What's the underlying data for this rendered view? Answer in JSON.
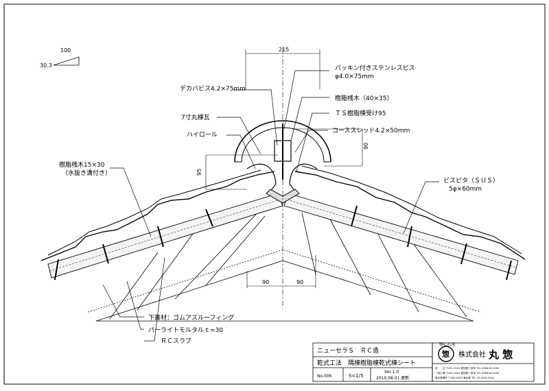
{
  "slope": {
    "run": "100",
    "rise": "30.3"
  },
  "dimensions": {
    "top_width": "215",
    "ridge_height_left": "95",
    "ridge_height_right": "90",
    "bottom_left": "90",
    "bottom_right": "90"
  },
  "labels": {
    "packing_screw_line1": "パッキン付きステンレスビス",
    "packing_screw_line2": "φ4.0×75mm",
    "resin_batten": "樹脂桟木（40×35）",
    "ts_resin_holder": "ＴＳ樹脂棟受け95",
    "coarse_thread": "コーススレッド4.2×50mm",
    "dekaba_screw": "デカバビス4.2×75mm",
    "seven_sun_tile": "7寸丸棟瓦",
    "high_roll": "ハイロール",
    "resin_batten_small_line1": "樹脂桟木15×30",
    "resin_batten_small_line2": "（水抜き溝付き）",
    "bispita_line1": "ビスピタ（ＳＵＳ）",
    "bispita_line2": "5φ×60mm",
    "underlay": "下葺材：ゴムアスルーフィング",
    "perlite": "パーライトモルタルｔ=30",
    "rc_slab": "ＲＣスラブ"
  },
  "title_block": {
    "product": "ニューセラＳ　ＲＣ造",
    "method": "乾式工法　隅棟樹脂棟乾式棟シート",
    "number": "No.006",
    "scale": "S=1/5",
    "version": "Ver 1.0",
    "date": "2010.08.01 更新",
    "motto": "物に心を",
    "company_prefix": "株式会社",
    "company_name": "丸 惣",
    "stamp_char": "惣",
    "address_lines": [
      "本　　社 〒491-0024 愛知県一宮市 TEL 0586-62-0000",
      "一宮工場 〒491-0000 愛知県一宮市 TEL 0586-62-0000",
      "東京営業所 〒000-0000 東京都 TEL 03-0000-0000"
    ]
  }
}
